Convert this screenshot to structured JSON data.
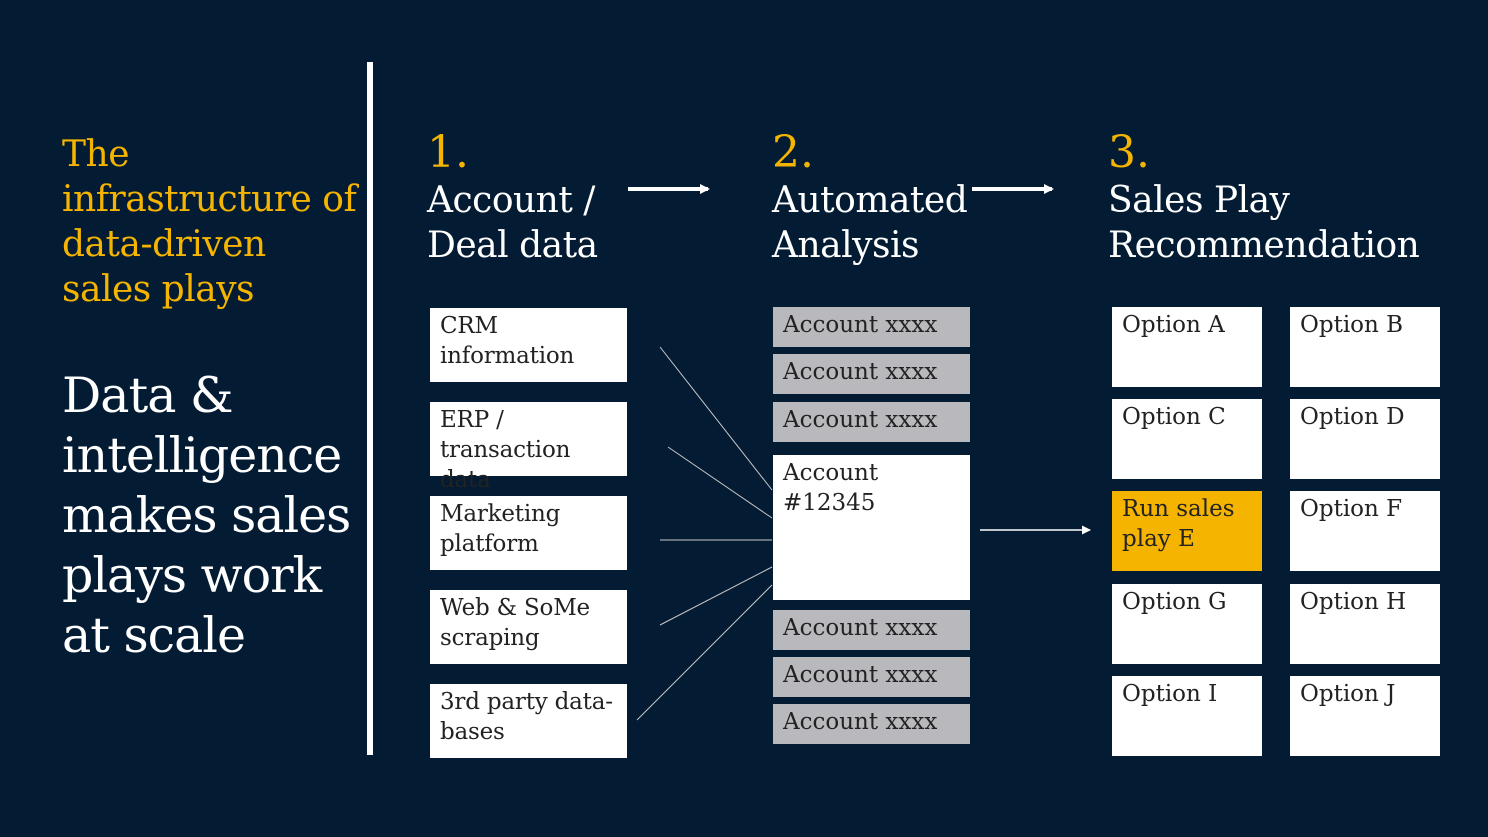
{
  "sidebar": {
    "subtitle": "The infrastructure of data-driven sales plays",
    "headline": "Data & intelligence makes sales plays work at scale"
  },
  "steps": [
    {
      "number": "1.",
      "title_line1": "Account /",
      "title_line2": "Deal data"
    },
    {
      "number": "2.",
      "title_line1": "Automated",
      "title_line2": "Analysis"
    },
    {
      "number": "3.",
      "title_line1": "Sales Play",
      "title_line2": "Recommendation"
    }
  ],
  "sources": [
    "CRM information",
    "ERP / transaction data",
    "Marketing platform",
    "Web & SoMe scraping",
    "3rd party data-bases"
  ],
  "accounts": {
    "top": [
      "Account xxxx",
      "Account xxxx",
      "Account xxxx"
    ],
    "selected": "Account #12345",
    "bottom": [
      "Account xxxx",
      "Account xxxx",
      "Account xxxx"
    ]
  },
  "options": [
    [
      "Option A",
      "Option B"
    ],
    [
      "Option C",
      "Option D"
    ],
    [
      "Run sales play E",
      "Option F"
    ],
    [
      "Option G",
      "Option H"
    ],
    [
      "Option I",
      "Option J"
    ]
  ],
  "colors": {
    "background": "#031b33",
    "accent": "#f4b400",
    "account_placeholder": "#b9b9bd"
  }
}
